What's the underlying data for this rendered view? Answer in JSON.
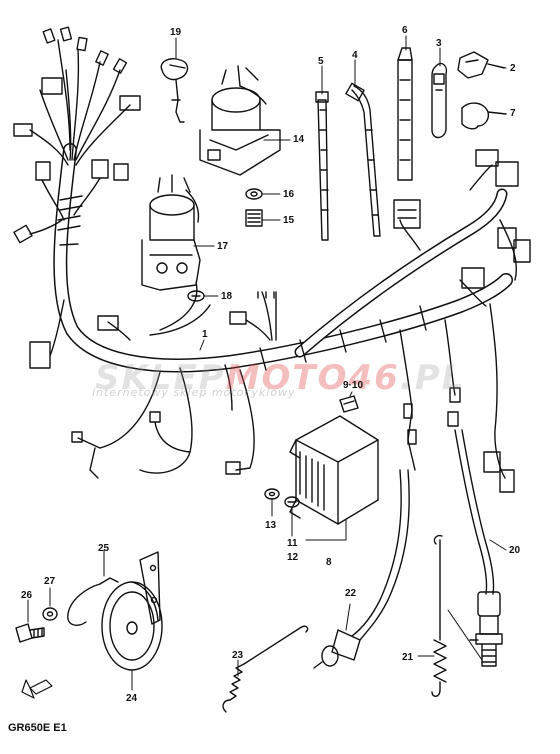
{
  "diagram": {
    "model_code": "GR650E E1",
    "watermark": {
      "brand_prefix": "SKLEP",
      "brand_accent": "MOTO46",
      "brand_suffix": ".PL",
      "tagline": "internetowy sklep motocyklowy"
    },
    "colors": {
      "line": "#111111",
      "background": "#ffffff",
      "watermark_red": "#e04646",
      "watermark_gray": "#969696"
    },
    "callouts": [
      {
        "id": "19",
        "part": "key"
      },
      {
        "id": "6",
        "part": "clamp band"
      },
      {
        "id": "3",
        "part": "clamp"
      },
      {
        "id": "2",
        "part": "clip"
      },
      {
        "id": "5",
        "part": "cable tie"
      },
      {
        "id": "4",
        "part": "cable tie"
      },
      {
        "id": "7",
        "part": "clamp"
      },
      {
        "id": "14",
        "part": "steering lock"
      },
      {
        "id": "16",
        "part": "washer"
      },
      {
        "id": "15",
        "part": "screw"
      },
      {
        "id": "17",
        "part": "ignition switch"
      },
      {
        "id": "18",
        "part": "screw"
      },
      {
        "id": "1",
        "part": "wiring harness"
      },
      {
        "id": "9·10",
        "part": "fuse"
      },
      {
        "id": "13",
        "part": "washer"
      },
      {
        "id": "11",
        "part": "screw"
      },
      {
        "id": "12",
        "part": "screw"
      },
      {
        "id": "8",
        "part": "regulator rectifier"
      },
      {
        "id": "20",
        "part": "rear brake switch"
      },
      {
        "id": "25",
        "part": "horn bracket"
      },
      {
        "id": "27",
        "part": "washer"
      },
      {
        "id": "26",
        "part": "bolt"
      },
      {
        "id": "22",
        "part": "front brake switch"
      },
      {
        "id": "23",
        "part": "spring"
      },
      {
        "id": "21",
        "part": "spring"
      },
      {
        "id": "24",
        "part": "horn"
      }
    ]
  }
}
